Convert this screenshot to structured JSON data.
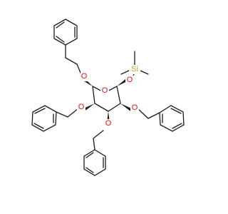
{
  "atoms": {
    "ring_oxygen": "O",
    "anomeric_oxygen": "O",
    "o2": "O",
    "o3": "O",
    "o4": "O",
    "o6": "O",
    "silicon": "Si"
  },
  "colors": {
    "bond": "#1a1a1a",
    "oxygen": "#e01010",
    "silicon": "#d2a020",
    "background": "#ffffff"
  }
}
